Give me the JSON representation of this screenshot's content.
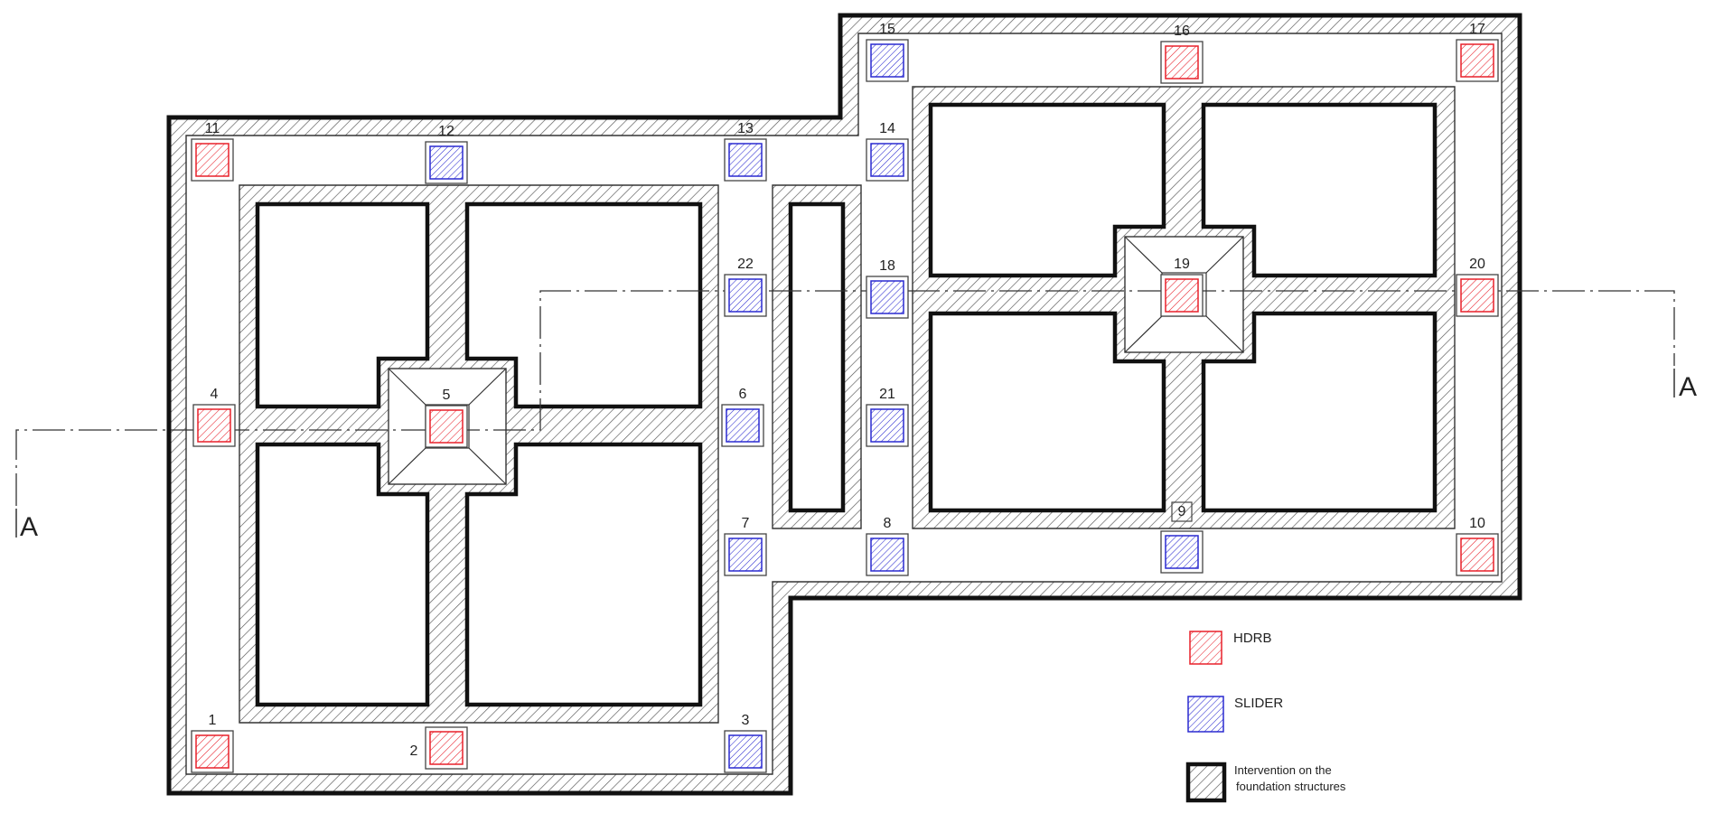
{
  "section_label": "A",
  "bearings": [
    {
      "id": "1",
      "type": "HDRB"
    },
    {
      "id": "2",
      "type": "HDRB"
    },
    {
      "id": "3",
      "type": "SLIDER"
    },
    {
      "id": "4",
      "type": "HDRB"
    },
    {
      "id": "5",
      "type": "HDRB"
    },
    {
      "id": "6",
      "type": "SLIDER"
    },
    {
      "id": "7",
      "type": "SLIDER"
    },
    {
      "id": "8",
      "type": "SLIDER"
    },
    {
      "id": "9",
      "type": "SLIDER"
    },
    {
      "id": "10",
      "type": "HDRB"
    },
    {
      "id": "11",
      "type": "HDRB"
    },
    {
      "id": "12",
      "type": "SLIDER"
    },
    {
      "id": "13",
      "type": "SLIDER"
    },
    {
      "id": "14",
      "type": "SLIDER"
    },
    {
      "id": "15",
      "type": "SLIDER"
    },
    {
      "id": "16",
      "type": "HDRB"
    },
    {
      "id": "17",
      "type": "HDRB"
    },
    {
      "id": "18",
      "type": "SLIDER"
    },
    {
      "id": "19",
      "type": "HDRB"
    },
    {
      "id": "20",
      "type": "HDRB"
    },
    {
      "id": "21",
      "type": "SLIDER"
    },
    {
      "id": "22",
      "type": "SLIDER"
    }
  ],
  "legend": {
    "hdrb": "HDRB",
    "slider": "SLIDER",
    "intervention_line1": "Intervention on the",
    "intervention_line2": "foundation structures"
  },
  "colors": {
    "hdrb": "#e8202a",
    "slider": "#2a2ad0",
    "structure": "#111111",
    "hatch": "#555555"
  }
}
